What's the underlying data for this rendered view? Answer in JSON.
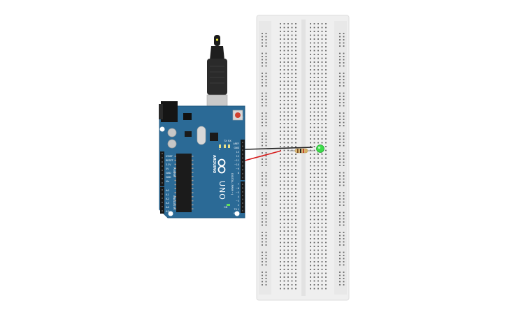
{
  "arduino": {
    "logo_text": "ARDUINO",
    "model_text": "UNO",
    "power_header_label": "POWER",
    "power_pins": [
      "IOREF",
      "RESET",
      "3.3V",
      "5V",
      "GND",
      "GND",
      "Vin"
    ],
    "analog_header_label": "ANALOG IN",
    "analog_pins": [
      "A0",
      "A1",
      "A2",
      "A3",
      "A4",
      "A5"
    ],
    "digital_header_label": "DIGITAL (PWM ~)",
    "digital_pins": [
      "AREF",
      "GND",
      "13",
      "12",
      "~11",
      "~10",
      "~9",
      "8",
      "7",
      "~6",
      "~5",
      "4",
      "~3",
      "2",
      "TX 1",
      "RX 0"
    ],
    "led_labels": [
      "L",
      "TX",
      "RX"
    ],
    "on_label": "ON"
  },
  "colors": {
    "board": "#2b6a96",
    "board_edge": "#1f557d",
    "breadboard": "#eeeeee",
    "breadboard_edge": "#dcdcdc",
    "hole": "#5a5a5a",
    "wire_black": "#222222",
    "wire_red": "#d61b1b",
    "led_green": "#3ddc4a",
    "resistor": "#d8b878"
  }
}
